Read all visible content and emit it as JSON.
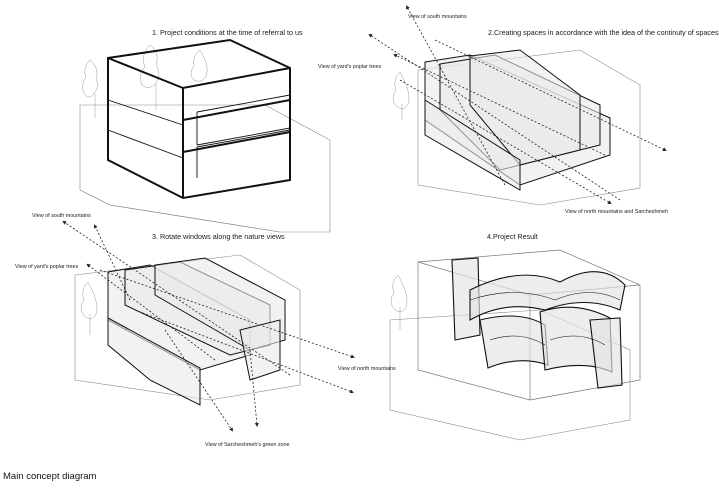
{
  "caption": "Main concept diagram",
  "panels": [
    {
      "title": "1. Project conditions at the time of referral to us",
      "labels": []
    },
    {
      "title": "2.Creating spaces in accordance with the idea of the continuty  of spaces",
      "labels": [
        "View of south mountains",
        "View of yard's poplar trees",
        "View of north mountains and Sarcheshmeh"
      ]
    },
    {
      "title": "3. Rotate windows along the nature views",
      "labels": [
        "View of south mountains",
        "View of yard's poplar trees",
        "View of north mountains",
        "View of Sarcheshmeh's green zone"
      ]
    },
    {
      "title": "4.Project Result",
      "labels": []
    }
  ]
}
